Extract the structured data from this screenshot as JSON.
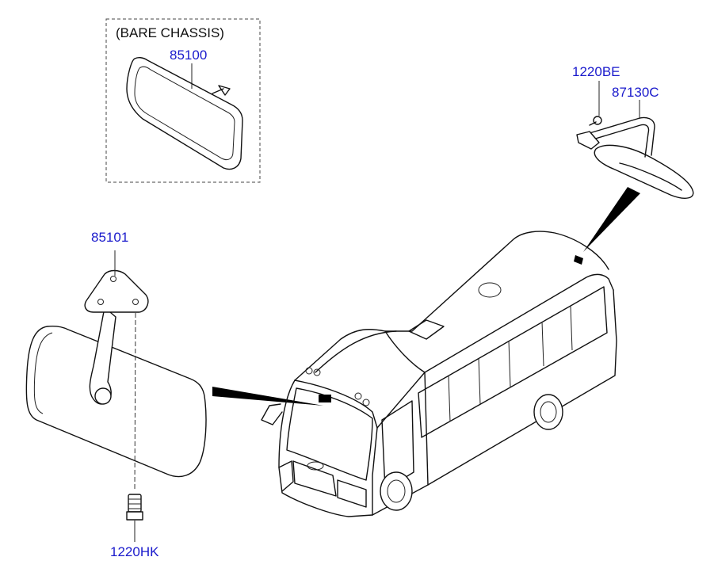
{
  "labels": {
    "bare_chassis_note": "(BARE CHASSIS)",
    "part_85100": "85100",
    "part_85101": "85101",
    "part_1220HK": "1220HK",
    "part_1220BE": "1220BE",
    "part_87130C": "87130C"
  },
  "colors": {
    "part_number_text": "#1a1acc",
    "line_art": "#111111",
    "background": "#ffffff"
  }
}
